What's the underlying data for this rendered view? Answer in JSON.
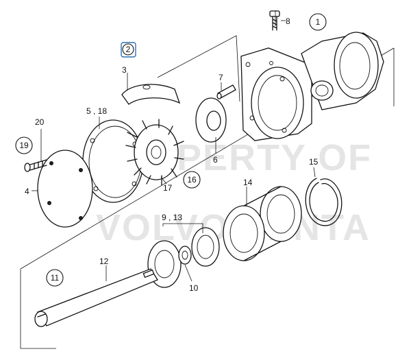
{
  "watermark": {
    "line1": "PROPERTY OF",
    "line2": "VOLVO PENTA"
  },
  "callouts": {
    "c1": "1",
    "c2": "2",
    "c3": "3",
    "c4": "4",
    "c5_18": "5 , 18",
    "c6": "6",
    "c7": "7",
    "c8": "8",
    "c9_13": "9 , 13",
    "c10": "10",
    "c11": "11",
    "c12": "12",
    "c14": "14",
    "c15": "15",
    "c16": "16",
    "c17": "17",
    "c19": "19",
    "c20": "20"
  },
  "colors": {
    "line": "#111111",
    "highlight": "#2f6fb3",
    "watermark": "#cfcfcf"
  }
}
